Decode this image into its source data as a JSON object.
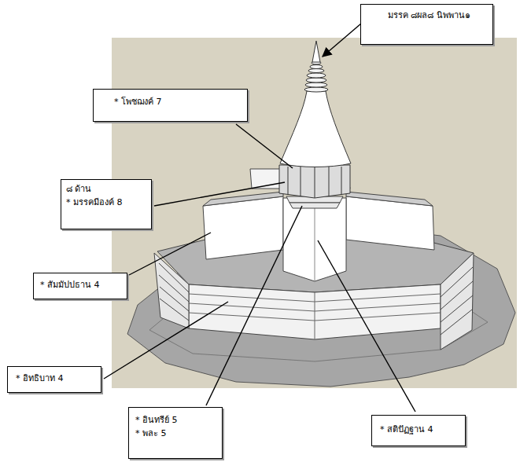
{
  "diagram": {
    "nodes": [
      {
        "text": [
          "มรรค ๘ผล๘ นิพพาน๑"
        ]
      },
      {
        "text": [
          "* โพชฌงค์ 7"
        ]
      },
      {
        "text": [
          "๘ ด้าน",
          "* มรรคมีองค์ 8"
        ]
      },
      {
        "text": [
          "* สัมมัปปธาน 4"
        ]
      },
      {
        "text": [
          "* อิทธิบาท 4"
        ]
      },
      {
        "text": [
          "* อินทรีย์ 5",
          "* พละ 5"
        ]
      },
      {
        "text": [
          "* สติปัฏฐาน 4"
        ]
      }
    ]
  }
}
